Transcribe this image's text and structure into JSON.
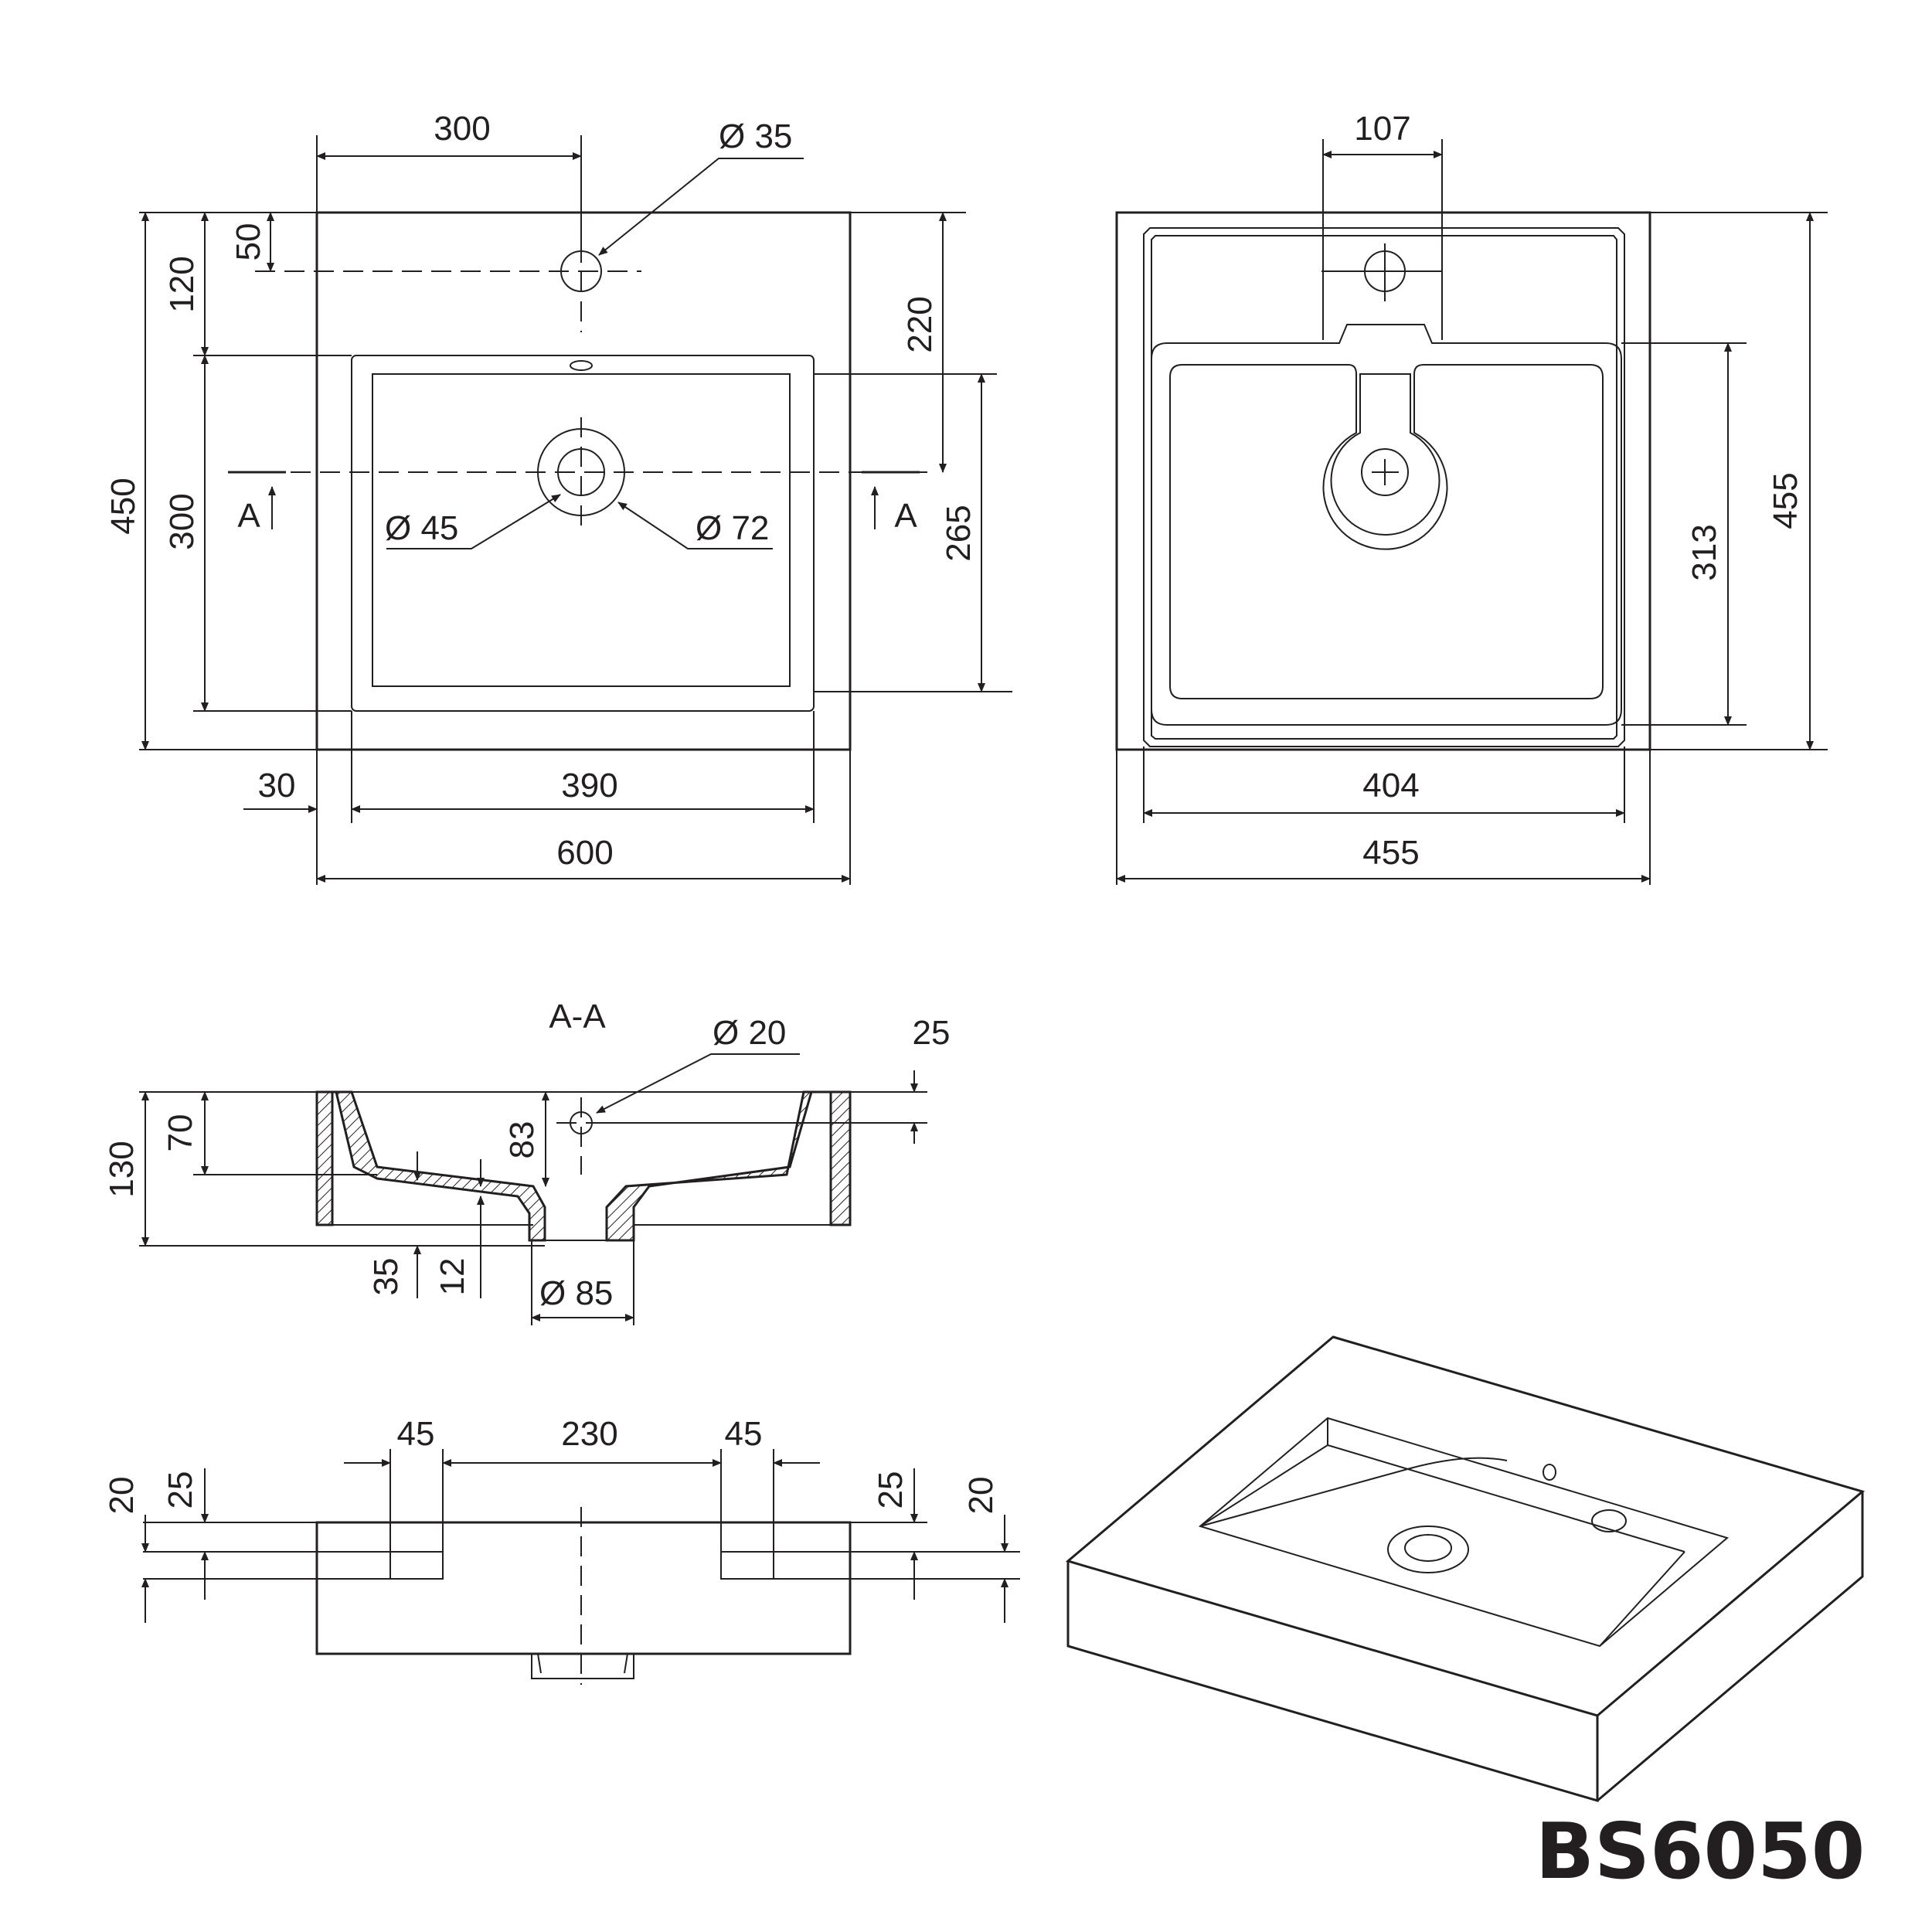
{
  "model": "BS6050",
  "section_label": "A-A",
  "section_marker": "A",
  "top_view": {
    "hole_spacing": "300",
    "tap_hole_dia": "Ø 35",
    "hole_offset": "50",
    "rim_depth": "120",
    "tap_to_drain": "220",
    "overall_depth": "450",
    "basin_depth": "300",
    "drain_dia": "Ø 45",
    "drain_outer_dia": "Ø 72",
    "drain_to_basin_edge": "265",
    "side_offset": "30",
    "basin_width": "390",
    "overall_width": "600"
  },
  "bottom_view": {
    "hole_width": "107",
    "overall_depth": "455",
    "cutout_depth": "313",
    "inner_width": "404",
    "overall_width": "455"
  },
  "section_view": {
    "overflow_dia": "Ø 20",
    "overflow_offset": "25",
    "overall_height": "130",
    "basin_height": "70",
    "overflow_height": "83",
    "base_thickness": "35",
    "slope_drop": "12",
    "waste_dia": "Ø 85"
  },
  "back_view": {
    "bracket_left": "45",
    "bracket_span": "230",
    "bracket_right": "45",
    "left_outer": "20",
    "left_inner": "25",
    "right_inner": "25",
    "right_outer": "20"
  }
}
